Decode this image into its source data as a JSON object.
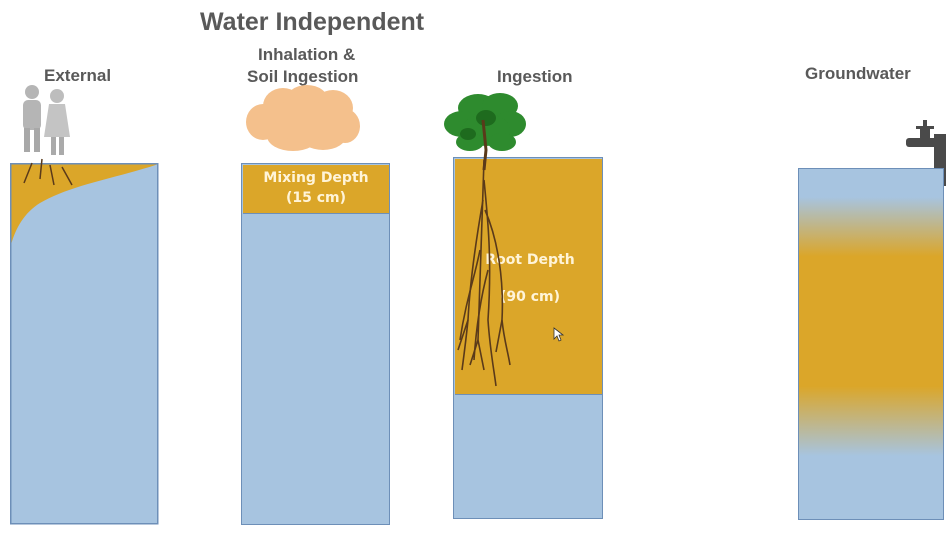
{
  "title": "Water Independent",
  "columns": {
    "external": {
      "label": "External"
    },
    "inhalation": {
      "label_line1": "Inhalation &",
      "label_line2": "Soil Ingestion",
      "layer_line1": "Mixing Depth",
      "layer_line2": "(15 cm)"
    },
    "ingestion": {
      "label": "Ingestion",
      "layer_line1": "Root Depth",
      "layer_line2": "(90 cm)"
    },
    "groundwater": {
      "label": "Groundwater"
    }
  },
  "icons": [
    "people-icon",
    "dust-cloud-icon",
    "tree-icon",
    "faucet-icon",
    "cursor-icon"
  ],
  "colors": {
    "soil": "#dba629",
    "water": "#a7c4e0",
    "border": "#6d8fb8",
    "cloud": "#f4c08c",
    "foliage": "#2e8b2e",
    "text": "#595959"
  }
}
